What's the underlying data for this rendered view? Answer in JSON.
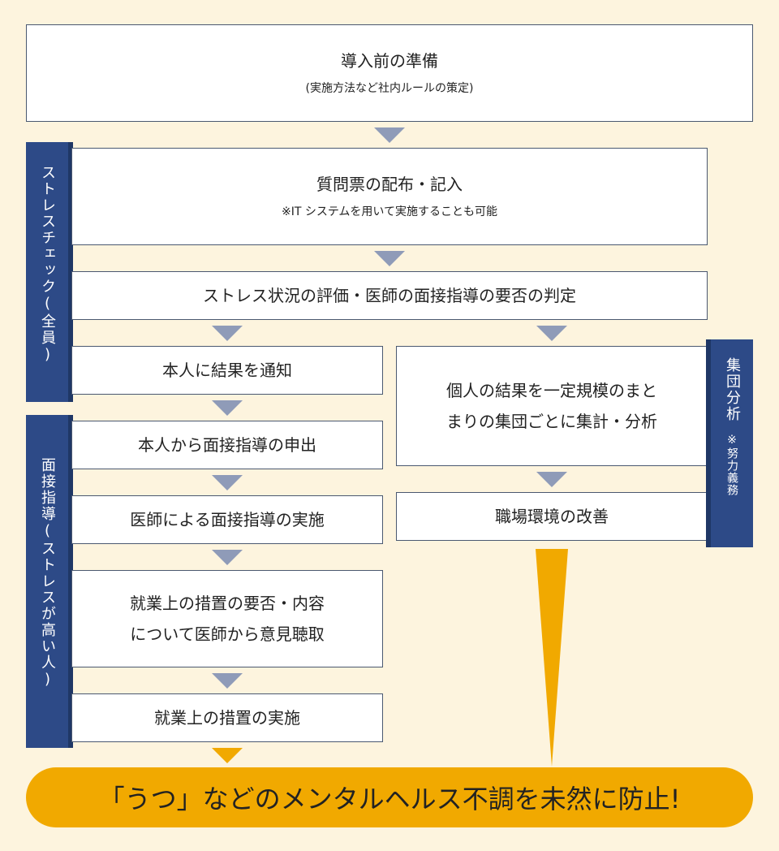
{
  "prep": {
    "title": "導入前の準備",
    "sub": "(実施方法など社内ルールの策定)"
  },
  "questionnaire": {
    "title": "質問票の配布・記入",
    "sub": "※IT システムを用いて実施することも可能"
  },
  "evaluation": {
    "title": "ストレス状況の評価・医師の面接指導の要否の判定"
  },
  "notify": {
    "title": "本人に結果を通知"
  },
  "request": {
    "title": "本人から面接指導の申出"
  },
  "interview": {
    "title": "医師による面接指導の実施"
  },
  "opinion": {
    "line1": "就業上の措置の要否・内容",
    "line2": "について医師から意見聴取"
  },
  "measures": {
    "title": "就業上の措置の実施"
  },
  "group_analysis": {
    "line1": "個人の結果を一定規模のまと",
    "line2": "まりの集団ごとに集計・分析"
  },
  "improvement": {
    "title": "職場環境の改善"
  },
  "sidebars": {
    "stress_check": "ストレスチェック(全員)",
    "interview_guidance": "面接指導(ストレスが高い人)",
    "group": "集団分析",
    "group_note": "※努力義務"
  },
  "goal": "「うつ」などのメンタルヘルス不調を未然に防止!",
  "colors": {
    "background": "#fdf4de",
    "navy": "#2d4a87",
    "arrow": "#8f9bb8",
    "accent": "#f1a900"
  }
}
